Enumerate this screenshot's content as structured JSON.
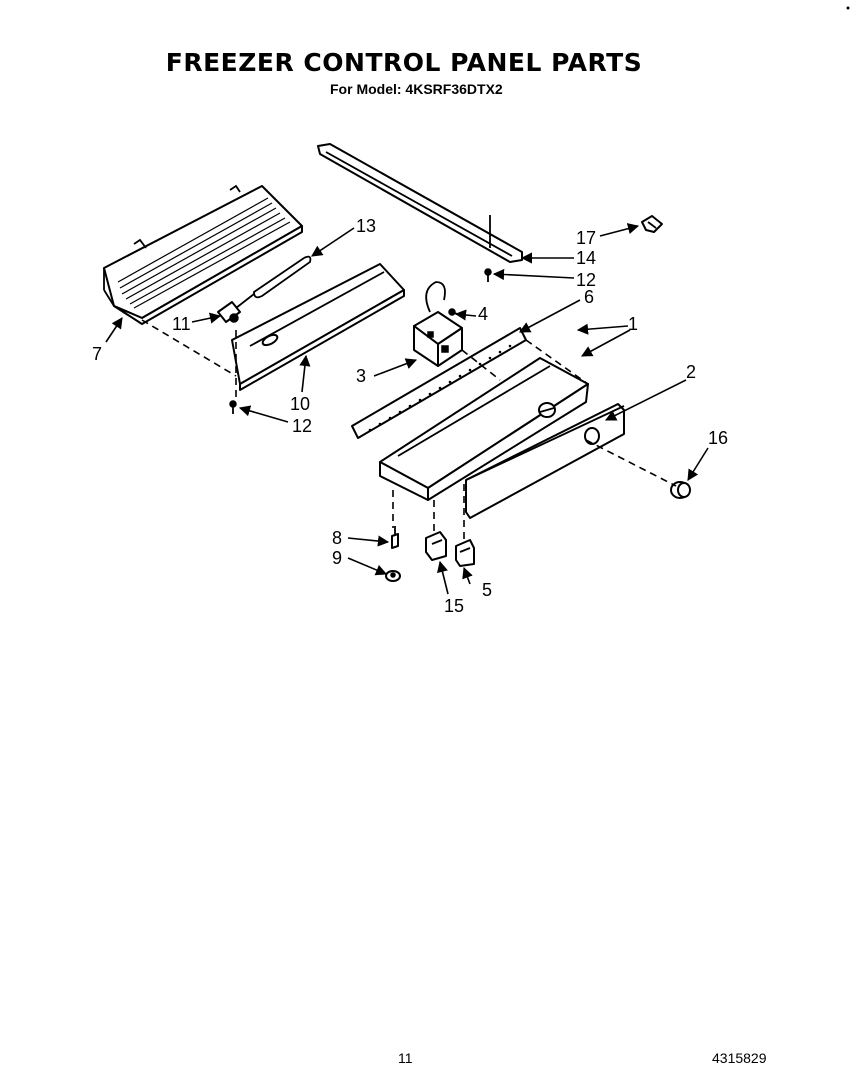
{
  "header": {
    "title": "FREEZER CONTROL PANEL PARTS",
    "subtitle": "For Model: 4KSRF36DTX2"
  },
  "footer": {
    "page_number": "11",
    "document_number": "4315829"
  },
  "callouts": [
    "1",
    "2",
    "3",
    "4",
    "5",
    "6",
    "7",
    "8",
    "9",
    "10",
    "11",
    "12",
    "12",
    "13",
    "14",
    "15",
    "16",
    "17"
  ]
}
